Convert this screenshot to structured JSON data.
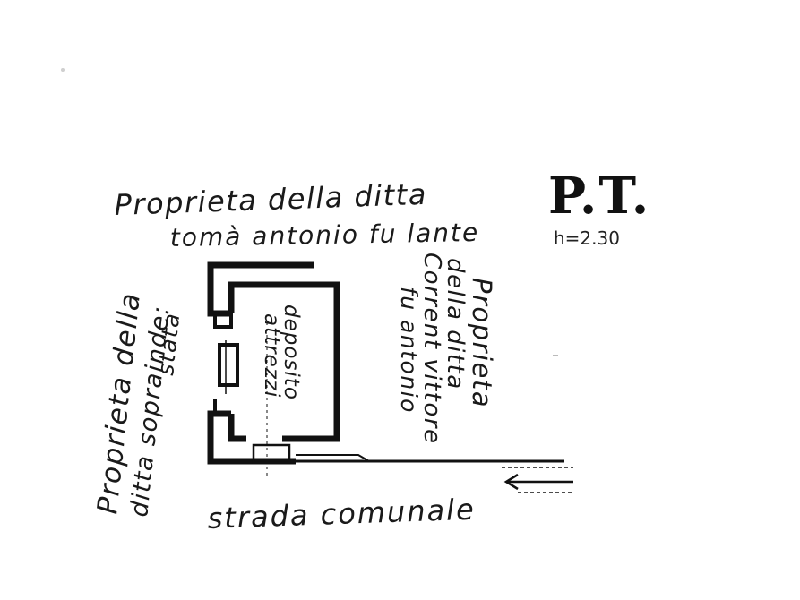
{
  "floor_label": "P.T.",
  "height_label": "h=2.30",
  "labels": {
    "north_line1": "Proprieta della ditta",
    "north_line2": "tomà antonio fu lante",
    "west_line1": "Proprieta della",
    "west_line2": "ditta soprainde:",
    "west_line3": "stata",
    "east_line1": "Proprieta",
    "east_line2": "della ditta",
    "east_line3": "Corrent vittore",
    "east_line4": "fu antonio",
    "room_line1": "deposito",
    "room_line2": "attrezzi",
    "road": "strada comunale"
  }
}
